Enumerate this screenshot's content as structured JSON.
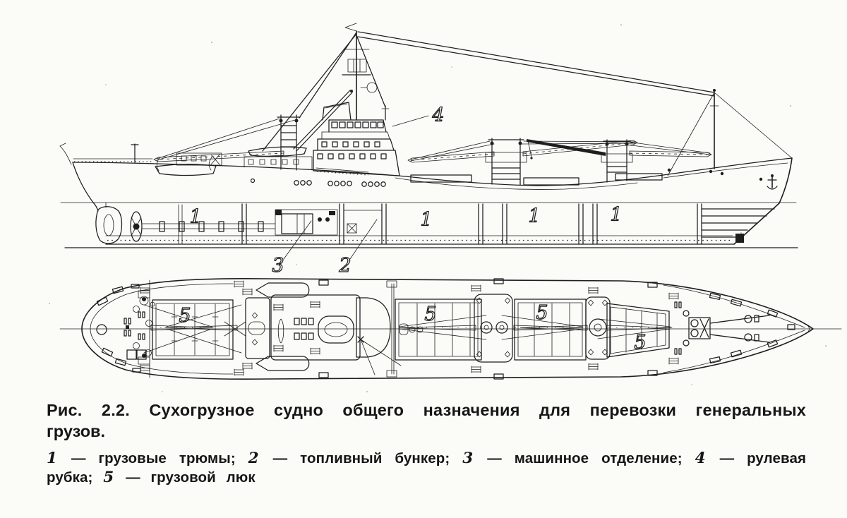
{
  "figure": {
    "caption": {
      "line1": "Рис. 2.2. Сухогрузное судно общего назначения для перевозки генеральных",
      "line2": "грузов."
    },
    "legend": {
      "items": [
        {
          "num": "1",
          "text": "— грузовые трюмы;"
        },
        {
          "num": "2",
          "text": "— топливный бункер;"
        },
        {
          "num": "3",
          "text": "— машинное отделение;"
        },
        {
          "num": "4",
          "text": "— рулевая рубка;"
        },
        {
          "num": "5",
          "text": "— грузовой люк"
        }
      ]
    },
    "drawing": {
      "side_view": {
        "hold_label": "1",
        "bunker_label": "2",
        "engine_room_label": "3",
        "wheelhouse_label": "4"
      },
      "plan_view": {
        "hatch_label": "5"
      }
    },
    "colors": {
      "ink": "#1e1e1e",
      "paper": "#fbfbf8"
    }
  }
}
